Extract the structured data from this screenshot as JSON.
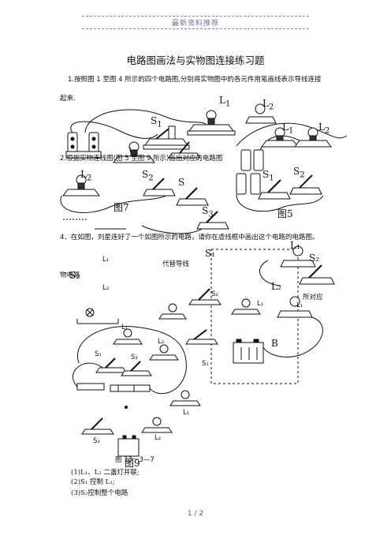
{
  "header": {
    "banner": "最新资料推荐"
  },
  "title": "电路图画法与实物图连接练习题",
  "q1": {
    "line1": "1.按照图 1 至图 4 所示的四个电路图,分别将实物图中的各元件用笔画线表示导线连接",
    "line2": "起来."
  },
  "q2": {
    "text": "2.根据实物连线图(图 5 至图 9 所示)画出对应的电路图"
  },
  "q4": {
    "text": "4．在如图，刘星连好了一个如图所示的电路，请你在虚线框中画出这个电路的电路图。"
  },
  "fragments": {
    "left_a": "物电路",
    "mid_a": "代替导线",
    "right_a": "所对应"
  },
  "labels": {
    "L1": "L",
    "L1_sub": "1",
    "L2": "L",
    "L2_sub": "2",
    "S1": "S",
    "S1_sub": "1",
    "S2": "S",
    "S2_sub": "2",
    "S": "S",
    "S3_sub": "3",
    "fig5": "图5",
    "fig7": "图7",
    "fig9": "图9",
    "L1b": "L₁",
    "L2b": "L₂",
    "S1b": "S₁",
    "S2b": "S₂",
    "S2c": "S₂",
    "L1c": "L₁",
    "S1c": "S₁",
    "L2c": "L₂",
    "B": "B",
    "fig13": "图 13－3—7"
  },
  "conditions": [
    "(1)L₁、L₂ 二盏灯并联;",
    "(2)S₁ 控制 L₁;",
    "(3)S₂控制整个电路"
  ],
  "footer": "1 / 2"
}
